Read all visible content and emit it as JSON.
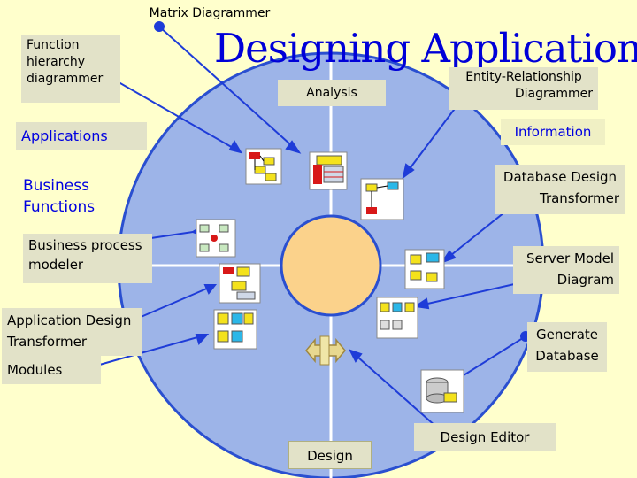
{
  "title": "Designing Applications",
  "labels": {
    "matrix": "Matrix Diagrammer",
    "function_hierarchy": [
      "Function",
      "hierarchy",
      "diagrammer"
    ],
    "analysis": "Analysis",
    "erd": [
      "Entity-Relationship",
      "Diagrammer"
    ],
    "applications": "Applications",
    "information": "Information",
    "business_functions": [
      "Business",
      "Functions"
    ],
    "db_design_transformer": [
      "Database Design",
      "Transformer"
    ],
    "business_process": [
      "Business process",
      "modeler"
    ],
    "server_model": [
      "Server Model",
      "Diagram"
    ],
    "app_design_transformer": [
      "Application Design",
      "Transformer"
    ],
    "modules": "Modules",
    "generate_db": [
      "Generate",
      "Database"
    ],
    "design": "Design",
    "design_editor": "Design Editor"
  },
  "icons": [
    "function-hierarchy-icon",
    "matrix-icon",
    "entity-relationship-icon",
    "process-modeler-icon",
    "module-structure-icon",
    "server-model-icon",
    "app-transformer-icon",
    "db-transformer-icon",
    "generate-database-icon",
    "design-editor-icon"
  ],
  "colors": {
    "background": "#ffffcc",
    "label_box": "#e2e2c8",
    "disk": "#9db4e8",
    "center": "#fbd28b",
    "connector": "#1e3cd8",
    "title": "#0000d8",
    "blue_text": "#0000e0"
  }
}
